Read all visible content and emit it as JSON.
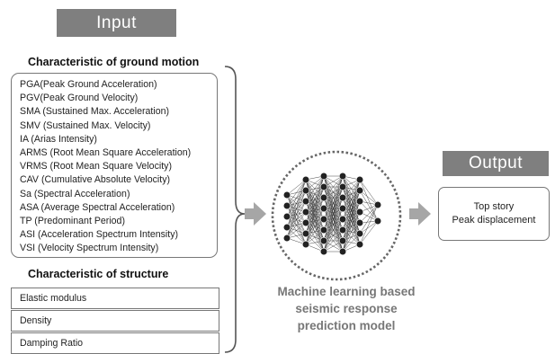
{
  "input": {
    "title": "Input",
    "ground_motion_heading": "Characteristic of ground motion",
    "ground_motion_items": [
      "PGA(Peak Ground Acceleration)",
      "PGV(Peak Ground Velocity)",
      "SMA (Sustained Max. Acceleration)",
      "SMV (Sustained Max. Velocity)",
      "IA (Arias Intensity)",
      "ARMS (Root Mean Square Acceleration)",
      "VRMS (Root Mean Square Velocity)",
      "CAV (Cumulative Absolute Velocity)",
      "Sa (Spectral Acceleration)",
      "ASA (Average Spectral Acceleration)",
      "TP (Predominant Period)",
      "ASI (Acceleration Spectrum Intensity)",
      "VSI (Velocity Spectrum Intensity)"
    ],
    "structure_heading": "Characteristic of structure",
    "structure_items": [
      "Elastic modulus",
      "Density",
      "Damping Ratio"
    ]
  },
  "model": {
    "caption_lines": [
      "Machine learning based",
      "seismic response",
      "prediction model"
    ],
    "icon": "neural-network-icon"
  },
  "output": {
    "title": "Output",
    "lines": [
      "Top story",
      "Peak displacement"
    ]
  },
  "colors": {
    "banner": "#7f7f7f",
    "arrow": "#a6a6a6",
    "caption": "#777777"
  }
}
